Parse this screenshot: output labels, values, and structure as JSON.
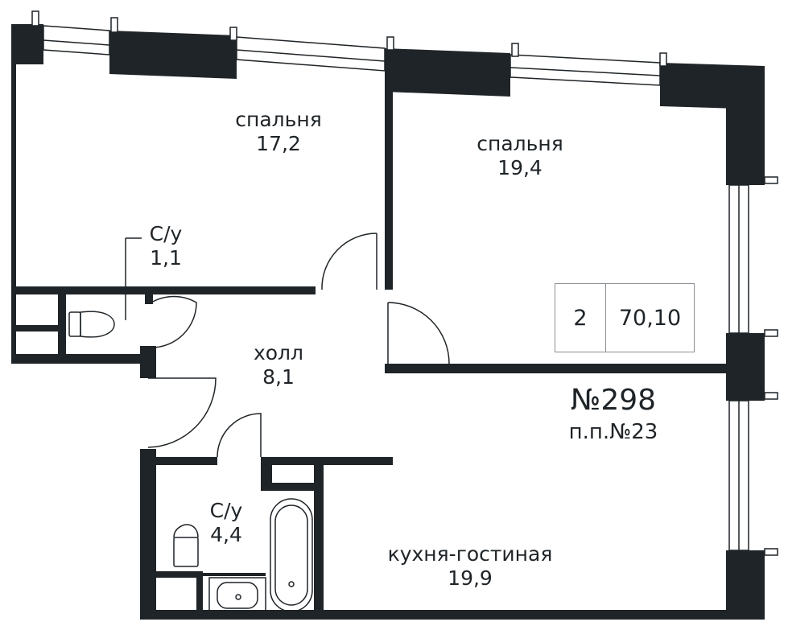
{
  "rooms": [
    {
      "id": "bedroom-1",
      "name": "спальня",
      "area": "17,2"
    },
    {
      "id": "bedroom-2",
      "name": "спальня",
      "area": "19,4"
    },
    {
      "id": "wc-1",
      "name": "С/у",
      "area": "1,1"
    },
    {
      "id": "hall",
      "name": "холл",
      "area": "8,1"
    },
    {
      "id": "wc-2",
      "name": "С/у",
      "area": "4,4"
    },
    {
      "id": "kitchen-living",
      "name": "кухня-гостиная",
      "area": "19,9"
    }
  ],
  "summary": {
    "rooms_count": "2",
    "total_area": "70,10"
  },
  "apartment": {
    "number": "№298",
    "floor_ref": "п.п.№23"
  },
  "colors": {
    "wall": "#1f2428",
    "thin_line": "#1f2428",
    "background": "#ffffff",
    "box_border": "#8a8f94"
  }
}
